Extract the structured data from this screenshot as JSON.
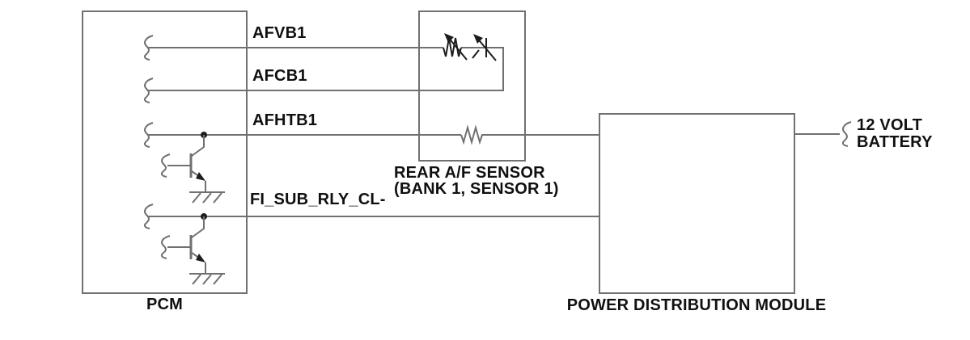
{
  "theme": {
    "background": "#ffffff",
    "line_color": "#707070",
    "symbol_color": "#1c1c1c",
    "text_color": "#101010"
  },
  "diagram": {
    "pcm": {
      "label": "PCM"
    },
    "rear_af_sensor": {
      "label_line1": "REAR A/F SENSOR",
      "label_line2": "(BANK 1, SENSOR 1)"
    },
    "power_distribution_module": {
      "label": "POWER DISTRIBUTION MODULE"
    },
    "battery": {
      "label_line1": "12 VOLT",
      "label_line2": "BATTERY"
    },
    "wires": [
      {
        "name": "AFVB1"
      },
      {
        "name": "AFCB1"
      },
      {
        "name": "AFHTB1"
      },
      {
        "name": "FI_SUB_RLY_CL-"
      }
    ]
  }
}
